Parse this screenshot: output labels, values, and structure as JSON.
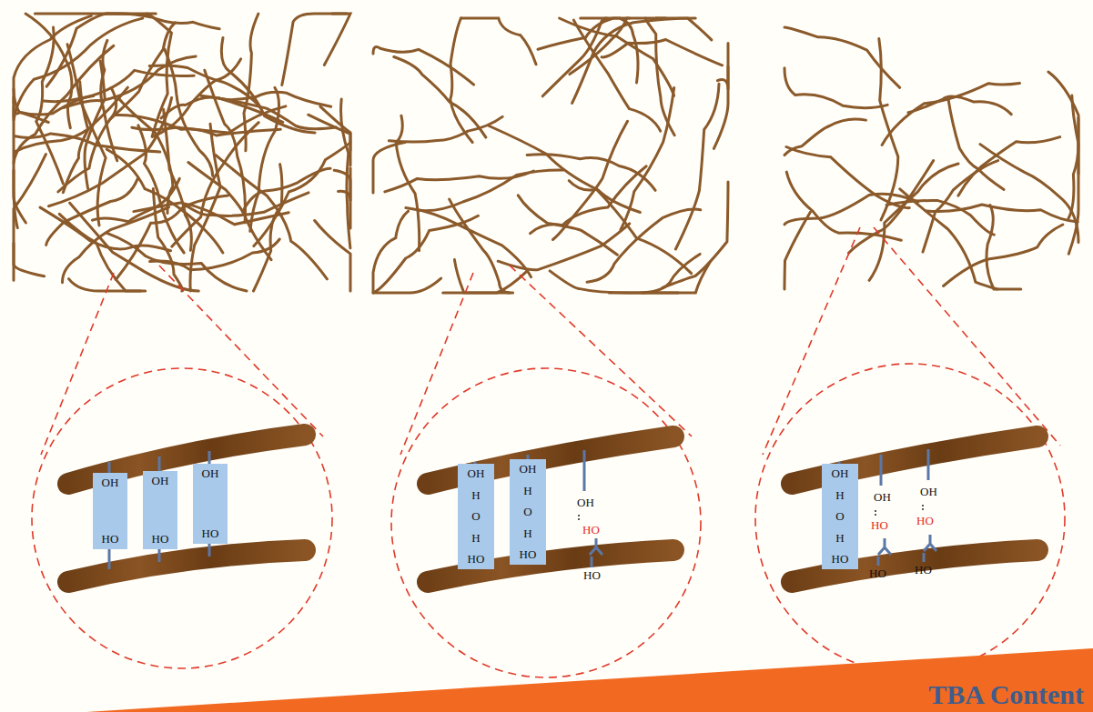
{
  "diagram": {
    "nodes": [
      {
        "text": [
          "OH",
          "HO"
        ]
      },
      {
        "text": [
          "OH",
          "HO"
        ]
      },
      {
        "text": [
          "OH",
          "HO"
        ]
      },
      {
        "text": [
          "OH",
          "H",
          "O",
          "H",
          "HO"
        ]
      },
      {
        "text": [
          "OH",
          "H",
          "O",
          "H",
          "HO"
        ]
      },
      {
        "text": [
          "OH",
          "H",
          "O",
          "H",
          "HO"
        ]
      },
      {
        "text": [
          "TBA Content"
        ]
      }
    ],
    "labels": [
      "OH",
      "HO",
      "HO",
      "OH",
      "OH",
      "HO",
      "HO",
      "HO",
      "HO"
    ]
  }
}
